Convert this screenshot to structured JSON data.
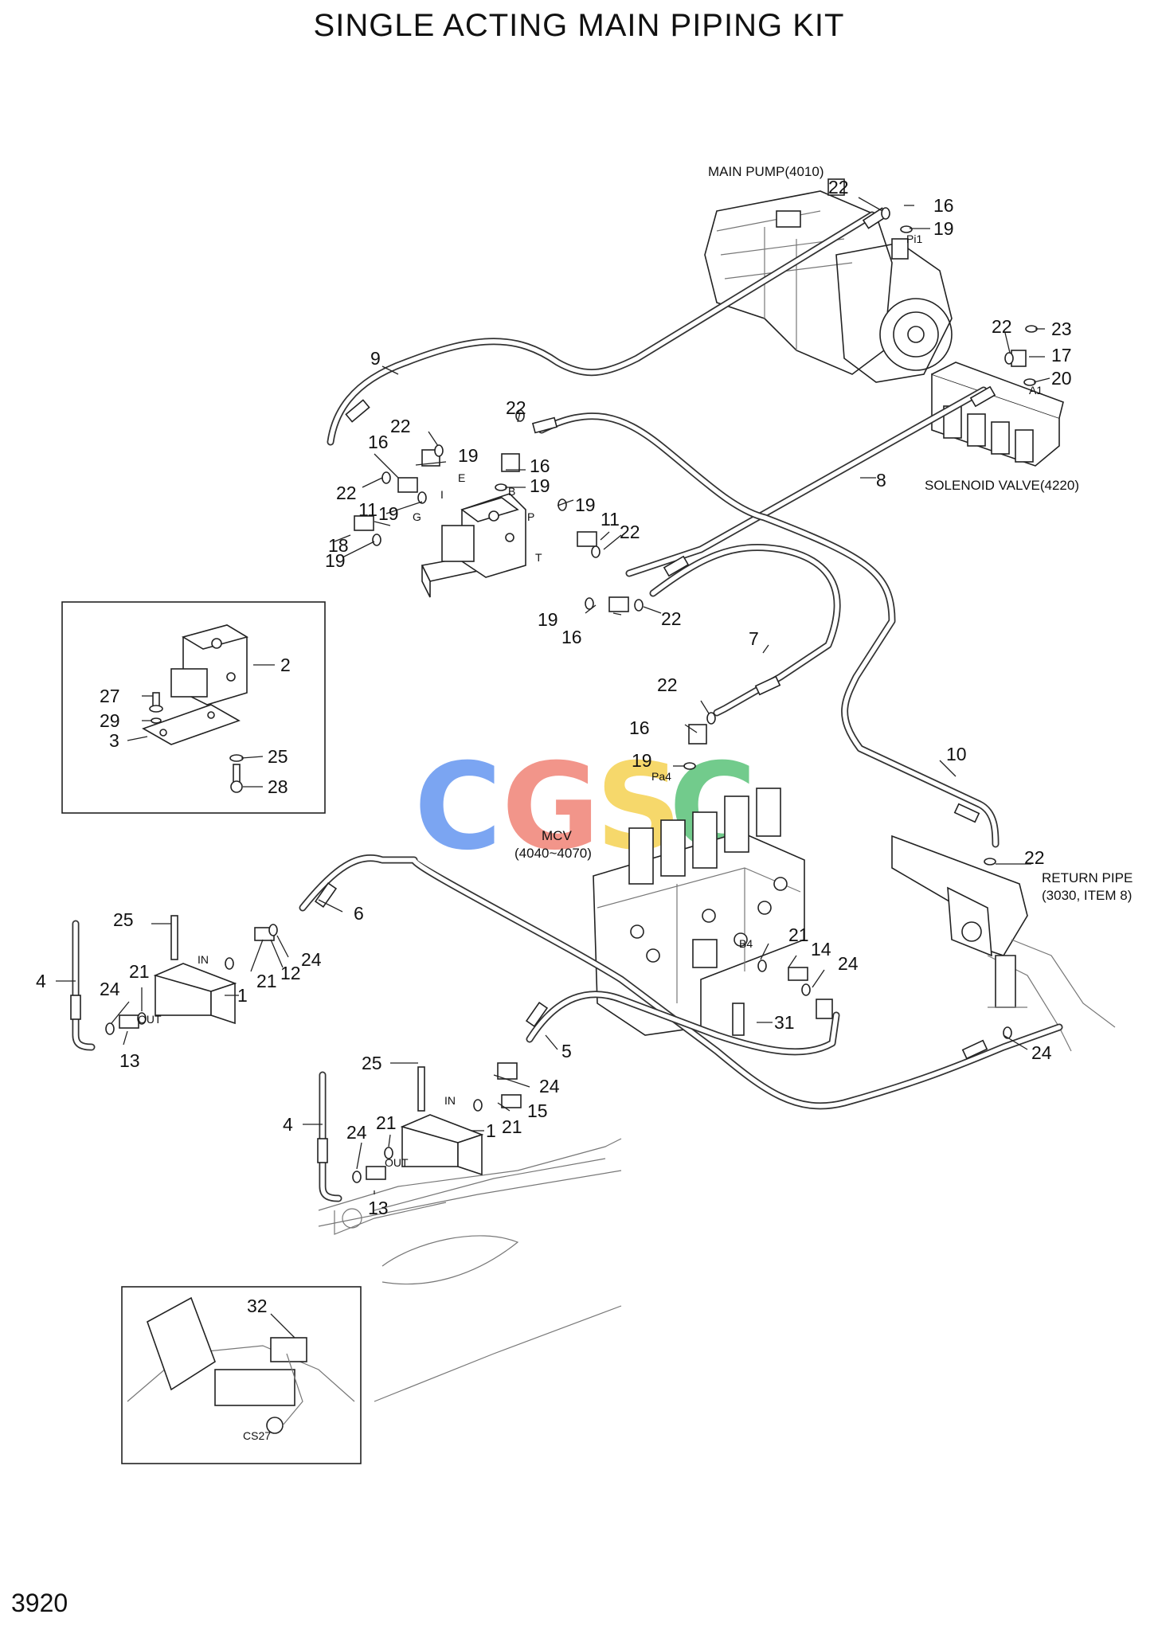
{
  "title": "SINGLE ACTING MAIN PIPING KIT",
  "page_number": "3920",
  "watermark": "CGSC",
  "components": {
    "main_pump": "MAIN PUMP(4010)",
    "solenoid_valve": "SOLENOID VALVE(4220)",
    "mcv_line1": "MCV",
    "mcv_line2": "(4040~4070)",
    "return_pipe_line1": "RETURN PIPE",
    "return_pipe_line2": "(3030, ITEM 8)"
  },
  "ports": {
    "pi1": "Pi1",
    "a1": "A1",
    "e": "E",
    "b": "B",
    "i": "I",
    "g": "G",
    "p": "P",
    "t": "T",
    "pa4": "Pa4",
    "b4": "B4",
    "in_1": "IN",
    "out_1": "OUT",
    "in_2": "IN",
    "out_2": "OUT",
    "cs27": "CS27"
  },
  "callouts": [
    "22",
    "16",
    "19",
    "22",
    "23",
    "17",
    "20",
    "9",
    "22",
    "16",
    "19",
    "22",
    "16",
    "19",
    "22",
    "11",
    "19",
    "18",
    "19",
    "19",
    "11",
    "22",
    "8",
    "19",
    "16",
    "22",
    "7",
    "22",
    "16",
    "19",
    "10",
    "22",
    "2",
    "27",
    "29",
    "3",
    "25",
    "28",
    "25",
    "4",
    "24",
    "21",
    "1",
    "13",
    "21",
    "12",
    "24",
    "6",
    "21",
    "14",
    "24",
    "31",
    "24",
    "5",
    "24",
    "15",
    "21",
    "25",
    "4",
    "24",
    "21",
    "1",
    "13",
    "32"
  ]
}
